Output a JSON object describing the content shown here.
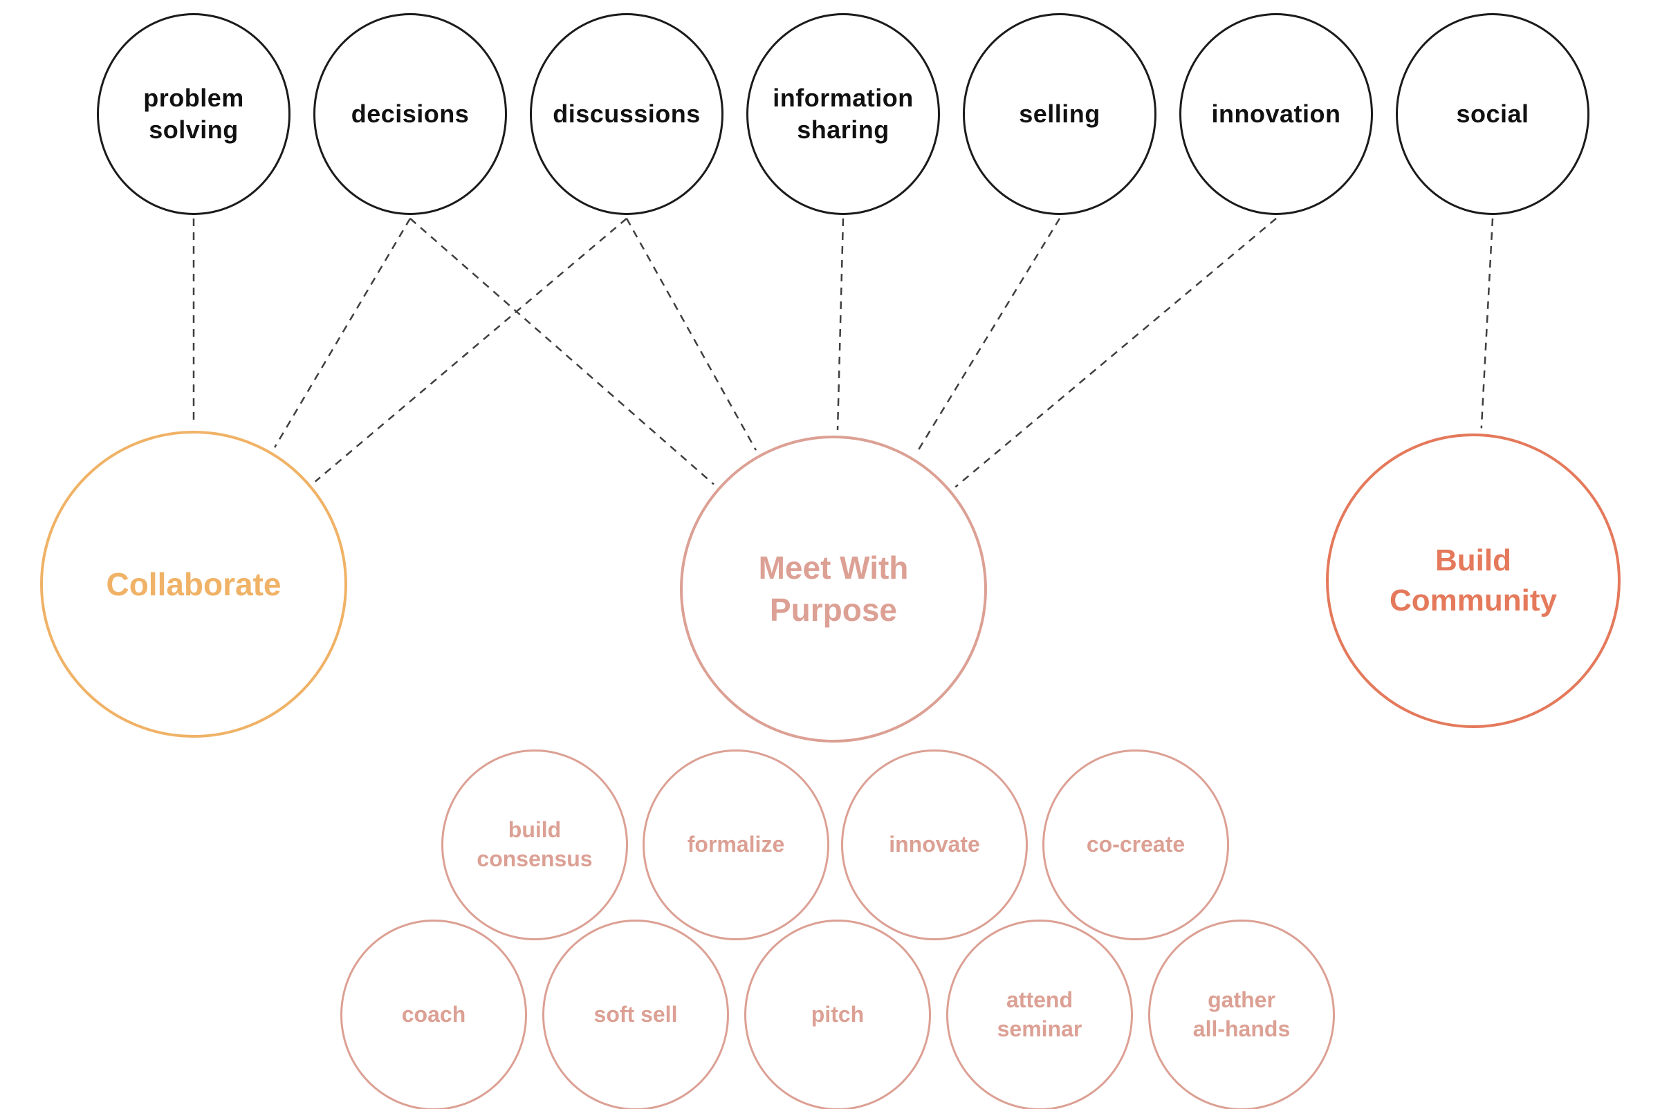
{
  "diagram": {
    "description": "meeting types mapped to purposes",
    "palette": {
      "top_stroke": "#1b1b1b",
      "amber": "#F0B266",
      "rose": "#DCA094",
      "coral": "#E4795B",
      "edge": "#3f3f3f"
    },
    "top_nodes": [
      {
        "id": "problem-solving",
        "label": "problem\nsolving"
      },
      {
        "id": "decisions",
        "label": "decisions"
      },
      {
        "id": "discussions",
        "label": "discussions"
      },
      {
        "id": "information-sharing",
        "label": "information\nsharing"
      },
      {
        "id": "selling",
        "label": "selling"
      },
      {
        "id": "innovation",
        "label": "innovation"
      },
      {
        "id": "social",
        "label": "social"
      }
    ],
    "mid_nodes": [
      {
        "id": "collaborate",
        "label": "Collaborate",
        "color": "#F0B266"
      },
      {
        "id": "meet",
        "label": "Meet With\nPurpose",
        "color": "#DCA094"
      },
      {
        "id": "community",
        "label": "Build\nCommunity",
        "color": "#E4795B"
      }
    ],
    "sub_nodes": [
      {
        "id": "build-consensus",
        "label": "build\nconsensus"
      },
      {
        "id": "formalize",
        "label": "formalize"
      },
      {
        "id": "innovate",
        "label": "innovate"
      },
      {
        "id": "co-create",
        "label": "co-create"
      },
      {
        "id": "coach",
        "label": "coach"
      },
      {
        "id": "soft-sell",
        "label": "soft sell"
      },
      {
        "id": "pitch",
        "label": "pitch"
      },
      {
        "id": "attend-seminar",
        "label": "attend\nseminar"
      },
      {
        "id": "gather-all-hands",
        "label": "gather\nall-hands"
      }
    ],
    "edges": [
      [
        "problem-solving",
        "collaborate"
      ],
      [
        "decisions",
        "collaborate"
      ],
      [
        "decisions",
        "meet"
      ],
      [
        "discussions",
        "collaborate"
      ],
      [
        "discussions",
        "meet"
      ],
      [
        "information-sharing",
        "meet"
      ],
      [
        "selling",
        "meet"
      ],
      [
        "innovation",
        "meet"
      ],
      [
        "social",
        "community"
      ]
    ]
  }
}
